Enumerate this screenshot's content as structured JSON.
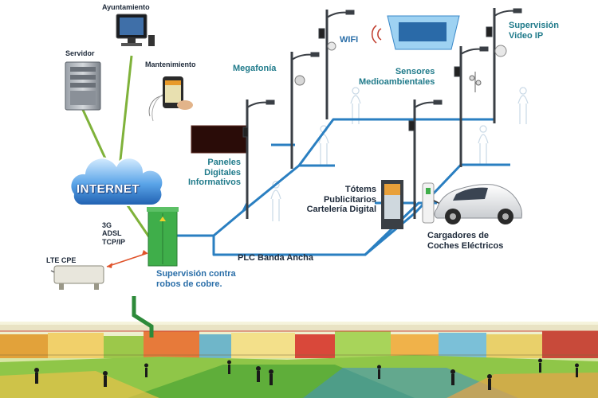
{
  "nodes": {
    "ayuntamiento": "Ayuntamiento",
    "servidor": "Servidor",
    "mantenimiento": "Mantenimiento",
    "internet": "INTERNET",
    "connectivity": [
      "3G",
      "ADSL",
      "TCP/IP"
    ],
    "lte_cpe": "LTE CPE",
    "copper": [
      "Supervisión contra",
      "robos de cobre."
    ],
    "megafonia": "Megafonía",
    "wifi": "WIFI",
    "sensores": [
      "Sensores",
      "Medioambientales"
    ],
    "video": [
      "Supervisión",
      "Video IP"
    ],
    "paneles": [
      "Paneles",
      "Digitales",
      "Informativos"
    ],
    "totems": [
      "Tótems",
      "Publicitarios",
      "Cartelería Digital"
    ],
    "cargadores": [
      "Cargadores de",
      "Coches Eléctricos"
    ],
    "plc": "PLC  Banda Ancha"
  },
  "colors": {
    "plc_line": "#2a7fc1",
    "link_green": "#7fb23a",
    "cabinet": "#3fae4a",
    "accent_red": "#e0532a"
  }
}
